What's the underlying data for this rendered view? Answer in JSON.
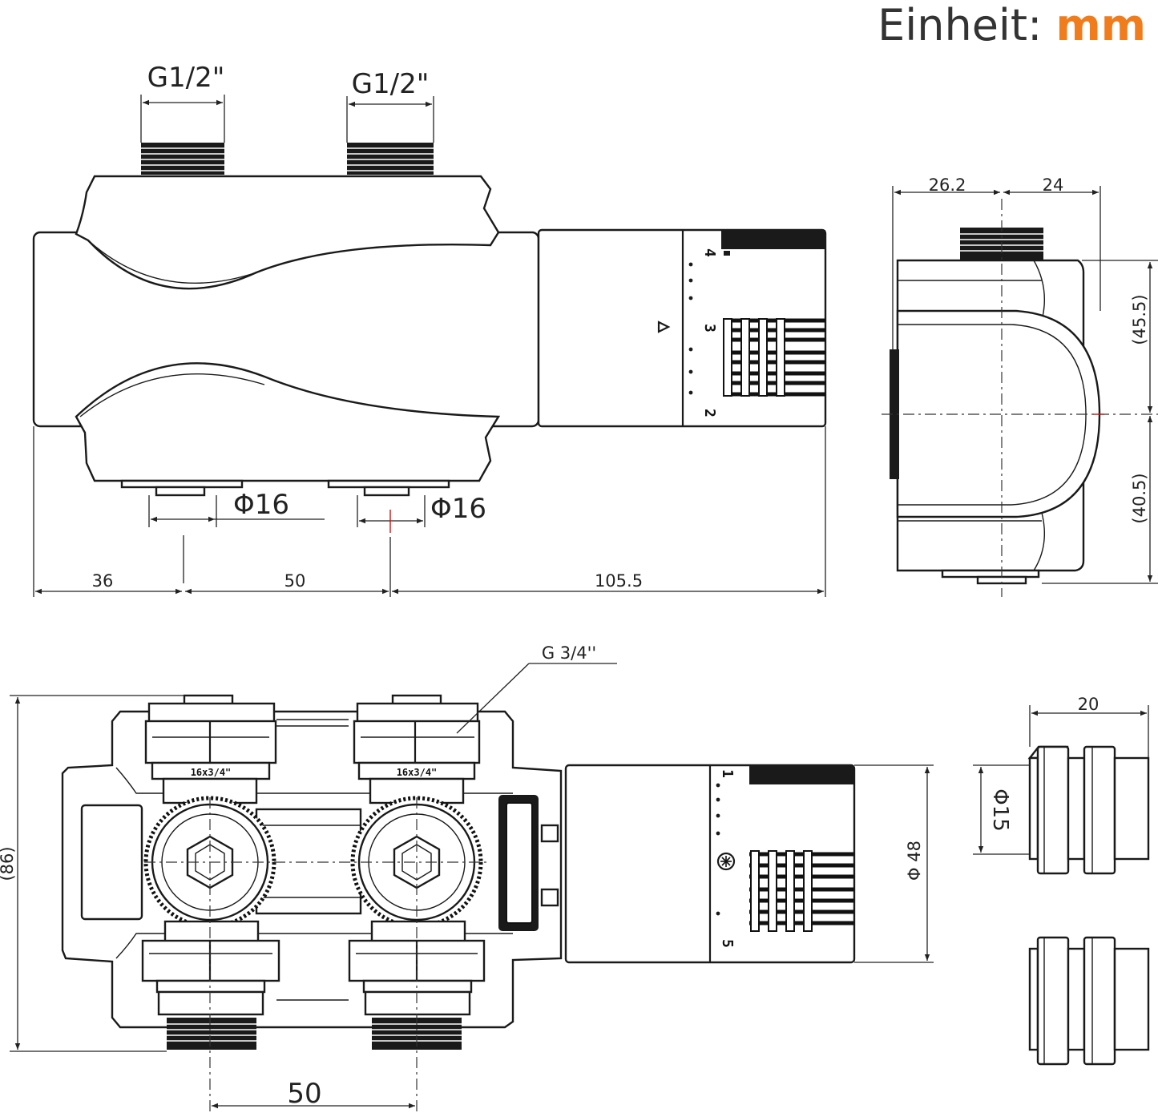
{
  "header": {
    "prefix": "Einheit: ",
    "unit": "mm"
  },
  "top_view": {
    "thread_left": "G1/2\"",
    "thread_right": "G1/2\"",
    "pipe_left": "Φ16",
    "pipe_right": "Φ16",
    "dim_a": "36",
    "dim_b": "50",
    "dim_c": "105.5",
    "scale_marks": [
      "4",
      "3",
      "2"
    ]
  },
  "side_view": {
    "width_a": "26.2",
    "width_b": "24",
    "height_upper": "(45.5)",
    "height_lower": "(40.5)"
  },
  "front_view": {
    "thread": "G 3/4''",
    "height": "(86)",
    "diameter": "Φ 48",
    "spacing": "50",
    "nut_text_left": "16x3/4\"",
    "nut_text_right": "16x3/4\"",
    "scale_marks": [
      "1",
      "5"
    ]
  },
  "adapter": {
    "length": "20",
    "diameter": "Φ15"
  }
}
